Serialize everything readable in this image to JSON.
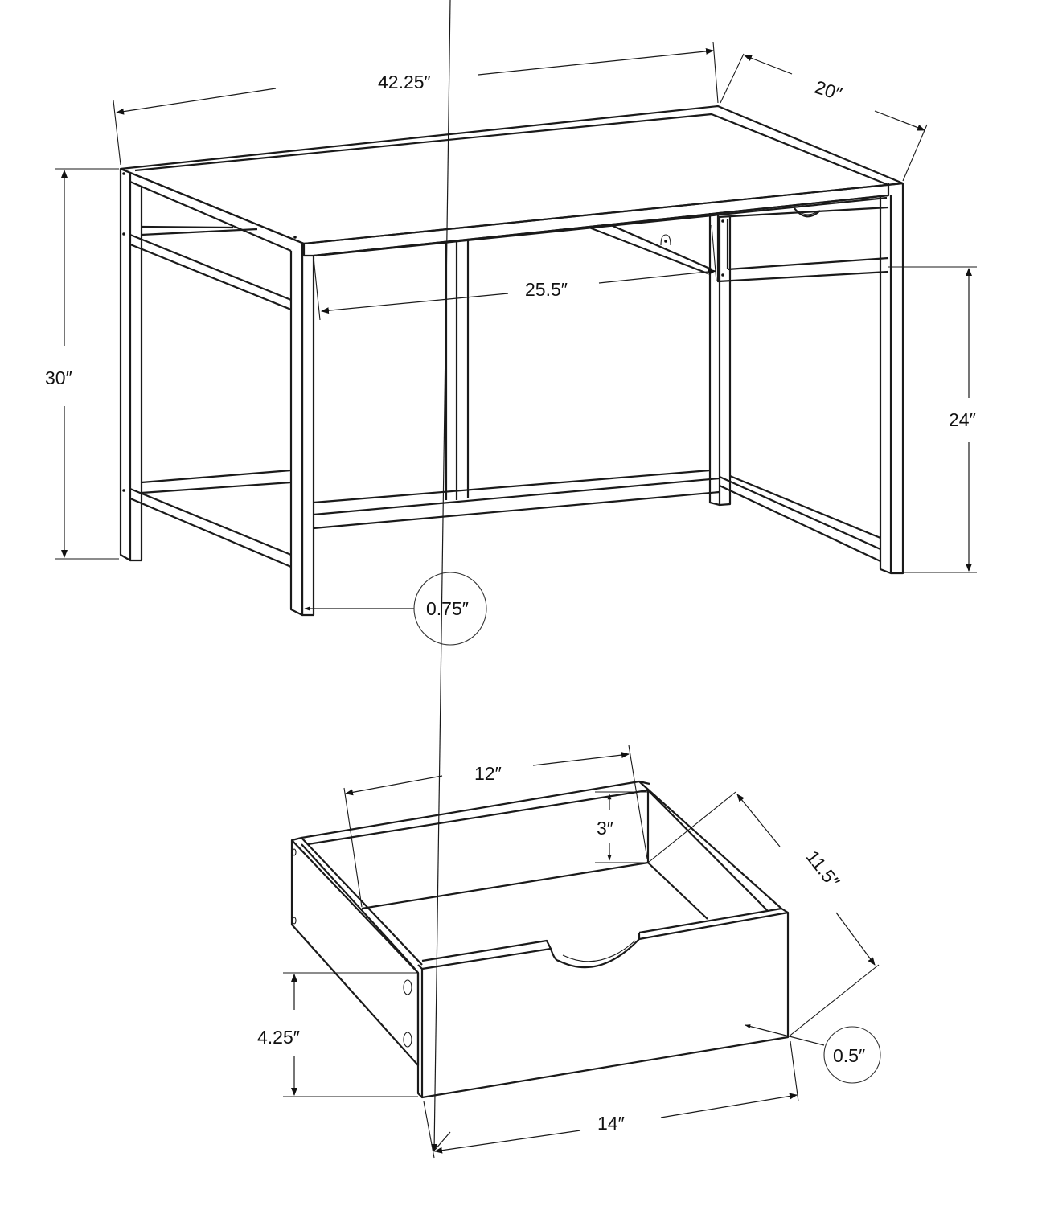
{
  "desk": {
    "width_label": "42.25″",
    "depth_label": "20″",
    "height_label": "30″",
    "knee_width_label": "25.5″",
    "knee_height_label": "24″",
    "leg_thickness_label": "0.75″"
  },
  "drawer": {
    "inner_width_label": "12″",
    "inner_height_label": "3″",
    "depth_label": "11.5″",
    "front_height_label": "4.25″",
    "front_width_label": "14″",
    "front_thickness_label": "0.5″"
  },
  "colors": {
    "line": "#1a1a1a",
    "background": "#ffffff"
  }
}
